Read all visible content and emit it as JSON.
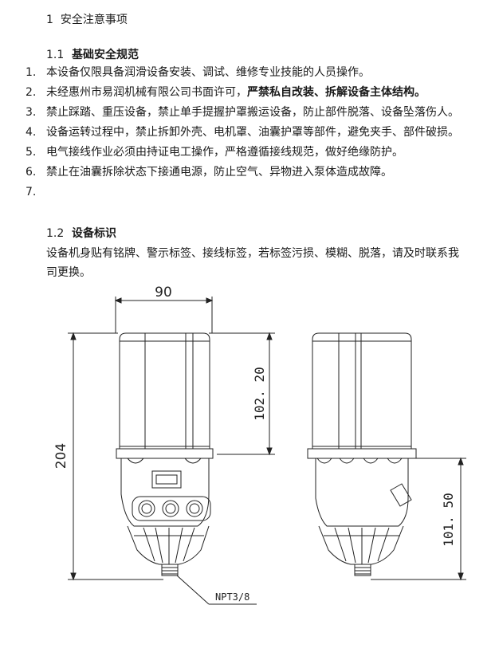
{
  "section": {
    "num": "1",
    "title": "安全注意事项"
  },
  "subsection1": {
    "num": "1.1",
    "title": "基础安全规范"
  },
  "items": [
    {
      "num": "1.",
      "text": "本设备仅限具备润滑设备安装、调试、维修专业技能的人员操作。",
      "strong": ""
    },
    {
      "num": "2.",
      "text": "未经惠州市易润机械有限公司书面许可，",
      "strong": "严禁私自改装、拆解设备主体结构。"
    },
    {
      "num": "3.",
      "text": "禁止踩踏、重压设备，禁止单手提握护罩搬运设备，防止部件脱落、设备坠落伤人。",
      "strong": ""
    },
    {
      "num": "4.",
      "text": "设备运转过程中，禁止拆卸外壳、电机罩、油囊护罩等部件，避免夹手、部件破损。",
      "strong": ""
    },
    {
      "num": "5.",
      "text": "电气接线作业必须由持证电工操作，严格遵循接线规范，做好绝缘防护。",
      "strong": ""
    },
    {
      "num": "6.",
      "text": "禁止在油囊拆除状态下接通电源，防止空气、异物进入泵体造成故障。",
      "strong": ""
    },
    {
      "num": "7.",
      "text": "",
      "strong": ""
    }
  ],
  "subsection2": {
    "num": "1.2",
    "title": "设备标识"
  },
  "paragraph": "设备机身贴有铭牌、警示标签、接线标签，若标签污损、模糊、脱落，请及时联系我司更换。",
  "drawing": {
    "dim_width": "90",
    "dim_total_height": "204",
    "dim_upper_height": "102. 20",
    "dim_lower_height": "101. 50",
    "thread_label": "NPT3/8"
  }
}
